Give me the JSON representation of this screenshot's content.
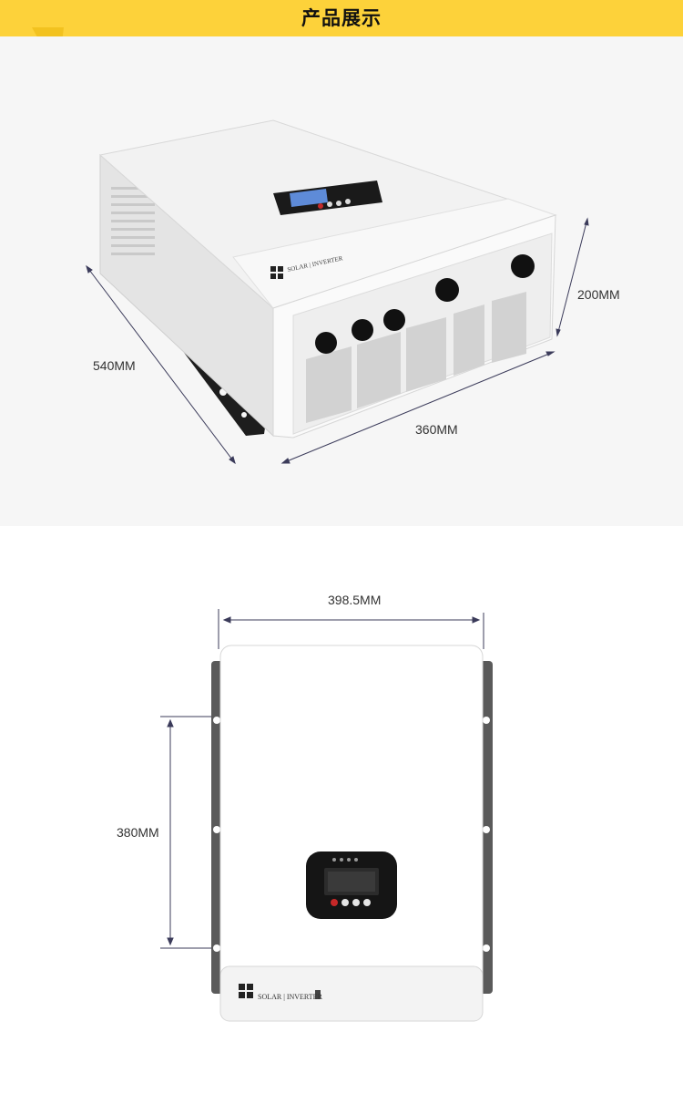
{
  "banner": {
    "title": "产品展示",
    "color": "#fdd23a"
  },
  "top_view": {
    "dimensions": {
      "depth": "540MM",
      "width": "360MM",
      "height": "200MM"
    },
    "display_module": "lcd-screen",
    "unit_label": "SOLAR | INVERTER"
  },
  "front_view": {
    "dimensions": {
      "width": "398.5MM",
      "mount_height": "380MM"
    },
    "unit_label": "SOLAR | INVERTER"
  }
}
